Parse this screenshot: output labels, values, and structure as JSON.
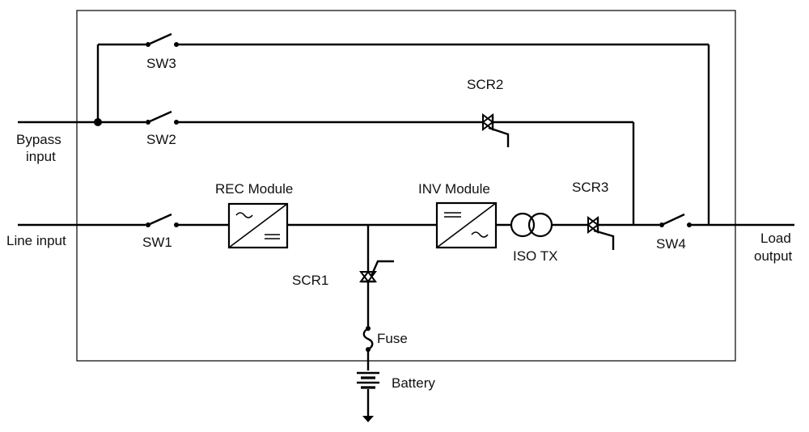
{
  "diagram": {
    "labels": {
      "sw1": "SW1",
      "sw2": "SW2",
      "sw3": "SW3",
      "sw4": "SW4",
      "scr1": "SCR1",
      "scr2": "SCR2",
      "scr3": "SCR3",
      "rec_module": "REC Module",
      "inv_module": "INV Module",
      "iso_tx": "ISO TX",
      "fuse": "Fuse",
      "battery": "Battery",
      "bypass_input_line1": "Bypass",
      "bypass_input_line2": "input",
      "line_input": "Line input",
      "load_output_line1": "Load",
      "load_output_line2": "output"
    },
    "colors": {
      "line": "#000000",
      "text": "#111111",
      "background": "#ffffff"
    }
  }
}
